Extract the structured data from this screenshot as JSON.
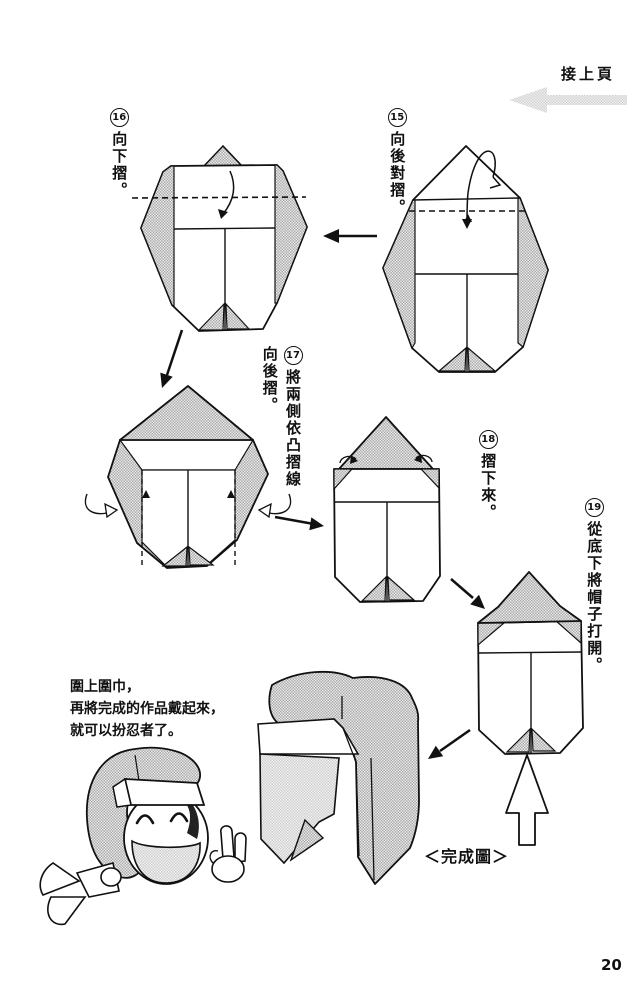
{
  "page": {
    "number": "20",
    "continued": "接上頁",
    "finished_caption": "＜完成圖＞",
    "outro": {
      "line1": "圍上圍巾，",
      "line2": "再將完成的作品戴起來，",
      "line3": "就可以扮忍者了。"
    }
  },
  "steps": [
    {
      "num": "15",
      "lines": [
        "向後對摺。"
      ]
    },
    {
      "num": "16",
      "lines": [
        "向下摺。"
      ]
    },
    {
      "num": "17",
      "lines": [
        "將兩側依凸摺線",
        "向後摺。"
      ]
    },
    {
      "num": "18",
      "lines": [
        "摺下來。"
      ]
    },
    {
      "num": "19",
      "lines": [
        "從底下將帽子打開。"
      ]
    }
  ],
  "icons": {
    "continued_arrow": "left-arrow",
    "open_arrow": "up-arrow",
    "fold_arrows": "curved-fold-arrows",
    "step_arrows": "black-step-arrows"
  },
  "colors": {
    "ink": "#111111",
    "halftone": "#a4a4a4",
    "light_arrow": "#d0d0d0",
    "paper": "#ffffff"
  }
}
